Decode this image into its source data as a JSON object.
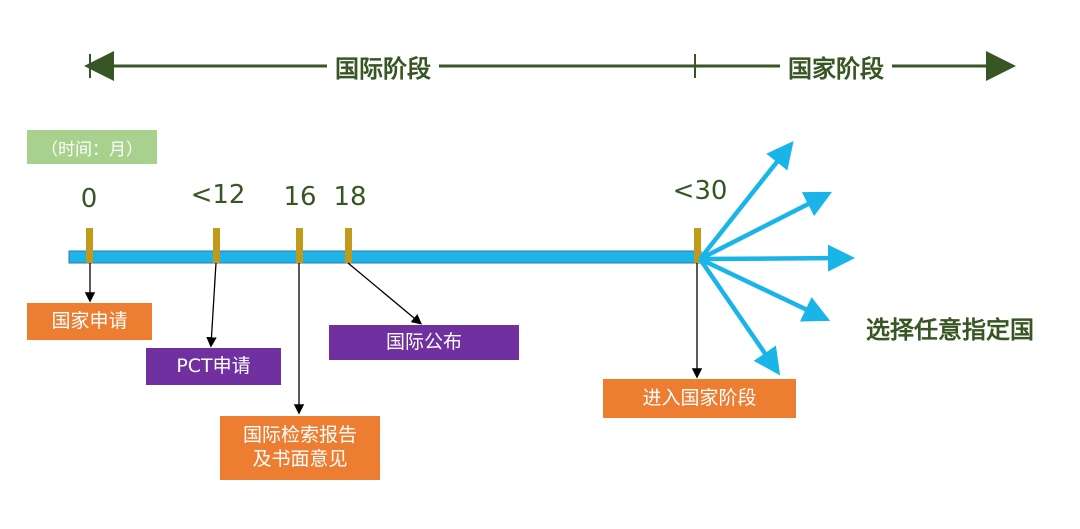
{
  "phases": {
    "international": "国际阶段",
    "national": "国家阶段"
  },
  "time_unit_label": "（时间：月）",
  "ticks": [
    "0",
    "<12",
    "16",
    "18",
    "<30"
  ],
  "events": {
    "national_application": "国家申请",
    "pct_application": "PCT申请",
    "search_report_line1": "国际检索报告",
    "search_report_line2": "及书面意见",
    "international_publication": "国际公布",
    "enter_national_phase": "进入国家阶段"
  },
  "destination_label": "选择任意指定国",
  "colors": {
    "timeline": "#1fb4e6",
    "tick_marker": "#c39a18",
    "arrows": "#19b4e8",
    "phase_line": "#375623",
    "orange": "#ed7d31",
    "purple": "#7030a0",
    "green_label": "#a9d18e"
  }
}
